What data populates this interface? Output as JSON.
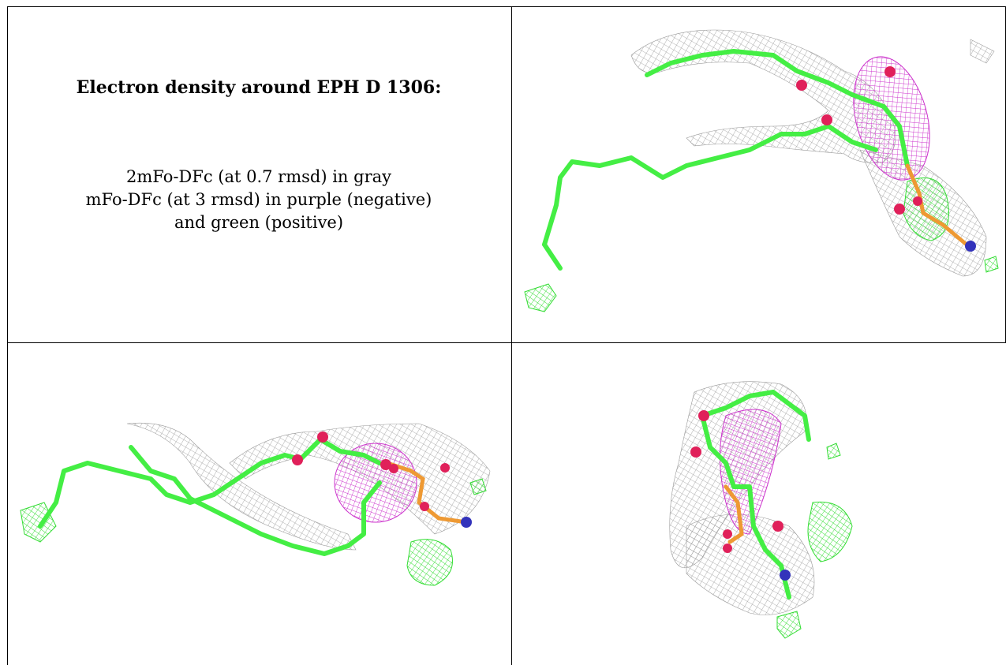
{
  "title": "Electron density around EPH D 1306:",
  "legend": {
    "line1": "2mFo-DFc (at 0.7 rmsd) in gray",
    "line2": "mFo-DFc (at 3 rmsd) in purple (negative)",
    "line3": "and green (positive)"
  },
  "colors": {
    "map_2fofc": "#9a9a9a",
    "map_negative": "#cc33cc",
    "map_positive": "#33dd33",
    "carbon_stick": "#44ee44",
    "oxygen_atom": "#e0205a",
    "nitrogen_atom": "#3333bb",
    "phosphorus": "#ee9933"
  },
  "panels": [
    {
      "id": "view-1",
      "description": "top-right"
    },
    {
      "id": "view-2",
      "description": "bottom-left"
    },
    {
      "id": "view-3",
      "description": "bottom-right"
    }
  ]
}
